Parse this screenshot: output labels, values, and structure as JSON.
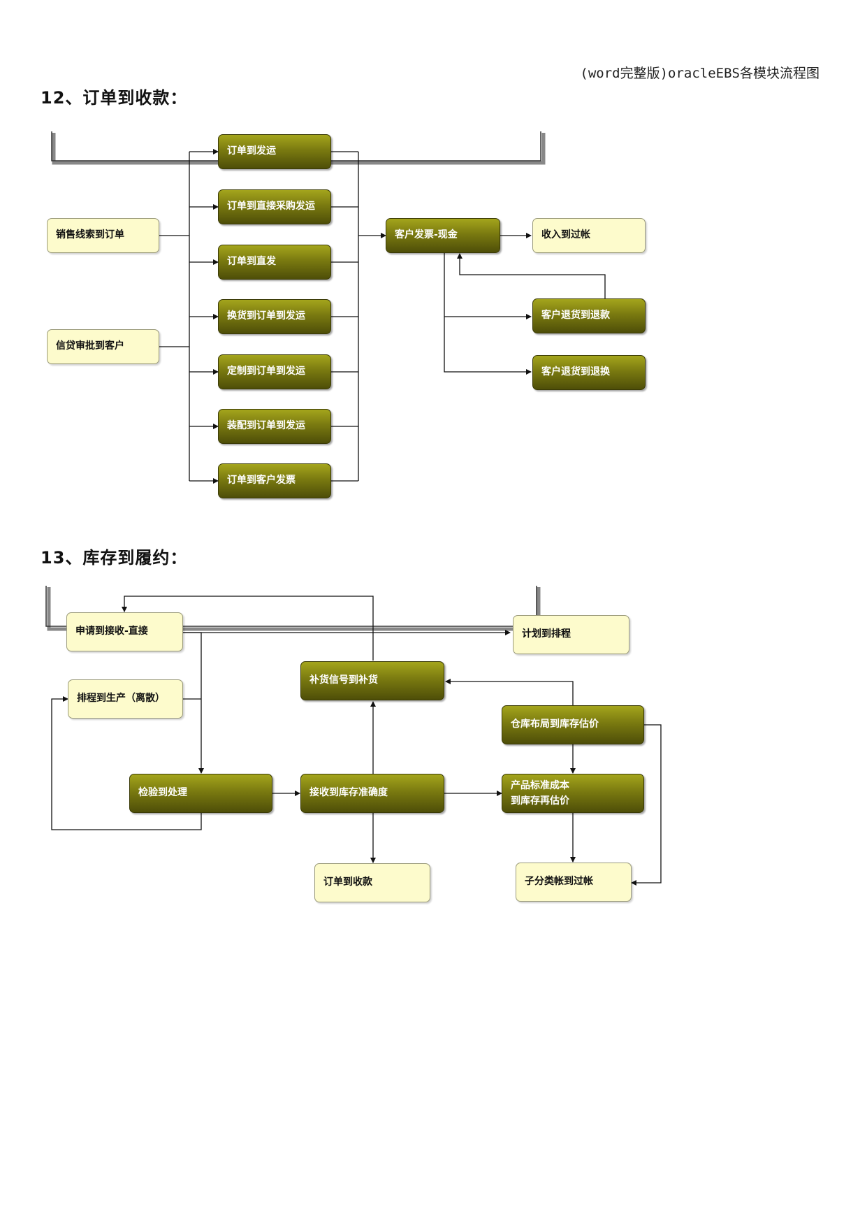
{
  "header": {
    "title": "(word完整版)oracleEBS各模块流程图"
  },
  "section12": {
    "title": "12、订单到收款：",
    "boxes": {
      "b1": "订单到发运",
      "b2": "订单到直接采购发运",
      "b3": "订单到直发",
      "b4": "换货到订单到发运",
      "b5": "定制到订单到发运",
      "b6": "装配到订单到发运",
      "b7": "订单到客户发票",
      "lead": "销售线索到订单",
      "credit": "信贷审批到客户",
      "invoice": "客户发票-现金",
      "revenue": "收入到过帐",
      "refund": "客户退货到退款",
      "exchange": "客户退货到退换"
    }
  },
  "section13": {
    "title": "13、库存到履约：",
    "boxes": {
      "req": "申请到接收-直接",
      "plan": "计划到排程",
      "sched": "排程到生产（离散）",
      "replen": "补货信号到补货",
      "layout": "仓库布局到库存估价",
      "inspect": "检验到处理",
      "receive": "接收到库存准确度",
      "cost1": "产品标准成本",
      "cost2": "到库存再估价",
      "o2c": "订单到收款",
      "ledger": "子分类帐到过帐"
    }
  }
}
